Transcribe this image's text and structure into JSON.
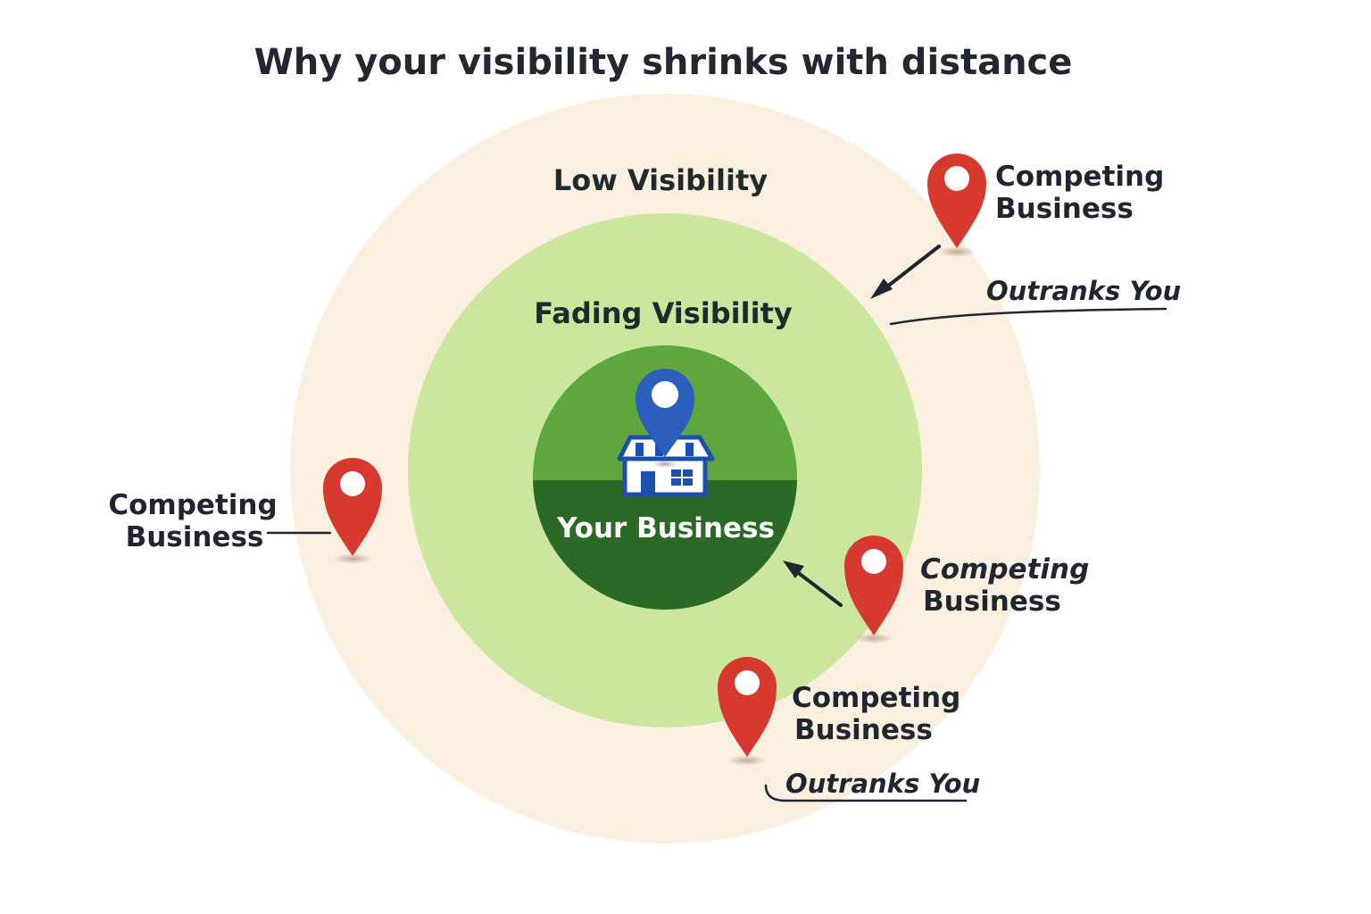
{
  "title": "Why your visibility shrinks with distance",
  "zones": {
    "outer": {
      "label": "Low Visibility",
      "color": "#fbefdf"
    },
    "middle": {
      "label": "Fading Visibility",
      "color": "#cbe69d"
    },
    "inner": {
      "label": "Your Business",
      "color_top": "#5ea73f",
      "color_bottom": "#2b6a26"
    }
  },
  "center_pin": {
    "icon": "map-pin-icon",
    "color": "#2c5fbd"
  },
  "center_building": {
    "icon": "storefront-icon",
    "color": "#1f4fae"
  },
  "competitors": [
    {
      "line1": "Competing",
      "line2": "Business",
      "note": "Outranks You",
      "pin_color": "#d8392e"
    },
    {
      "line1": "Competing",
      "line2": "Business",
      "note": "",
      "pin_color": "#d8392e"
    },
    {
      "line1": "Competing",
      "line2": "Business",
      "note": "",
      "pin_color": "#d8392e"
    },
    {
      "line1": "Competing",
      "line2": "Business",
      "note": "Outranks You",
      "pin_color": "#d8392e"
    }
  ]
}
